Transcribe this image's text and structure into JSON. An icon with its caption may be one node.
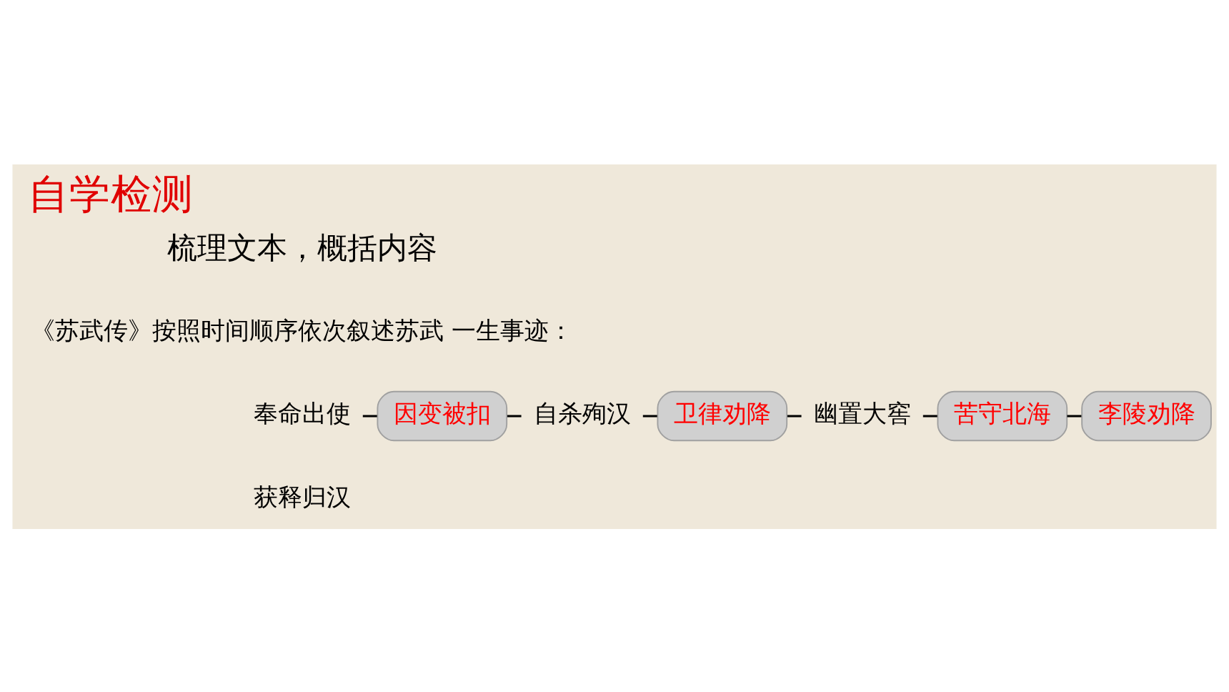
{
  "diagram": {
    "title": "自学检测",
    "nodes": [
      {
        "text": [
          "奉命出使"
        ]
      },
      {
        "text": [
          "因变被扣"
        ]
      },
      {
        "text": [
          "自杀殉汉"
        ]
      },
      {
        "text": [
          "卫律劝降"
        ]
      },
      {
        "text": [
          "幽置大窖"
        ]
      },
      {
        "text": [
          "苦守北海"
        ]
      },
      {
        "text": [
          "李陵劝降"
        ]
      }
    ],
    "edges": [
      {
        "from": 0,
        "to": 1,
        "arrow": "none"
      },
      {
        "from": 1,
        "to": 2,
        "arrow": "none"
      },
      {
        "from": 2,
        "to": 3,
        "arrow": "none"
      },
      {
        "from": 3,
        "to": 4,
        "arrow": "none"
      },
      {
        "from": 4,
        "to": 5,
        "arrow": "none"
      },
      {
        "from": 5,
        "to": 6,
        "arrow": "none"
      }
    ],
    "labels": [
      "梳理文本，概括内容",
      "《苏武传》按照时间顺序依次叙述苏武 一生事迹：",
      "获释归汉"
    ]
  }
}
